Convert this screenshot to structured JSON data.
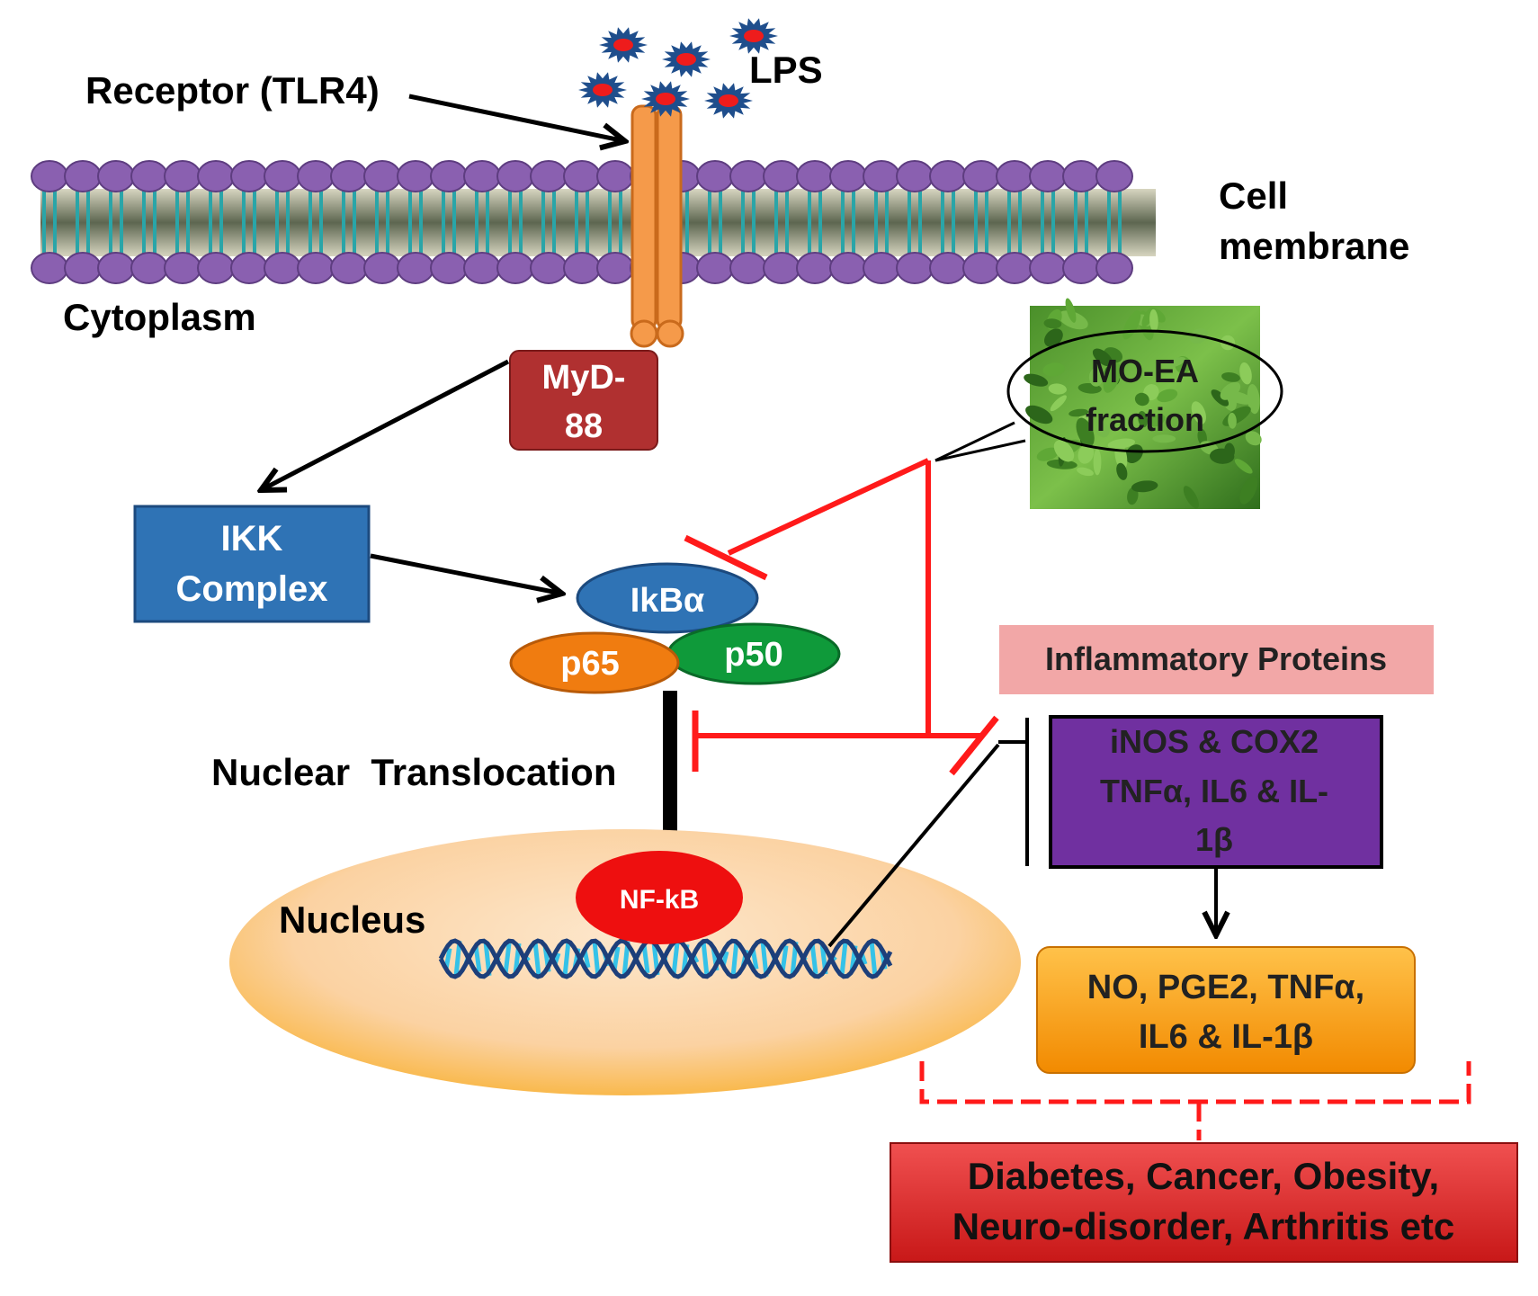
{
  "labels": {
    "lps": "LPS",
    "receptor": "Receptor (TLR4)",
    "cell_membrane_line1": "Cell",
    "cell_membrane_line2": "membrane",
    "cytoplasm": "Cytoplasm",
    "nuclear_translocation": "Nuclear  Translocation",
    "nucleus": "Nucleus"
  },
  "boxes": {
    "myd88_line1": "MyD-",
    "myd88_line2": "88",
    "ikk_line1": "IKK",
    "ikk_line2": "Complex",
    "inflammatory_proteins": "Inflammatory Proteins",
    "proteins_line1": "iNOS & COX2",
    "proteins_line2": "TNFα, IL6 & IL-",
    "proteins_line3": "1β",
    "mediators_line1": "NO, PGE2, TNFα,",
    "mediators_line2": "IL6 & IL-1β",
    "diseases_line1": "Diabetes, Cancer, Obesity,",
    "diseases_line2": "Neuro-disorder, Arthritis etc"
  },
  "complex": {
    "ikba": "IkBα",
    "p65": "p65",
    "p50": "p50",
    "nfkb": "NF-kB"
  },
  "extract": {
    "line1": "MO-EA",
    "line2": "fraction"
  },
  "colors": {
    "inhibition": "#ff1a1a",
    "myd88": "#b03030",
    "ikk": "#2f73b5",
    "proteins_box": "#7030a0",
    "mediators_box": "#f7a000",
    "diseases_box": "#e02828",
    "inflammatory_label_bg": "#f2a7a7",
    "receptor": "#f59a4a",
    "membrane_head": "#8a60b0",
    "nucleus": "#fbd6a8"
  }
}
